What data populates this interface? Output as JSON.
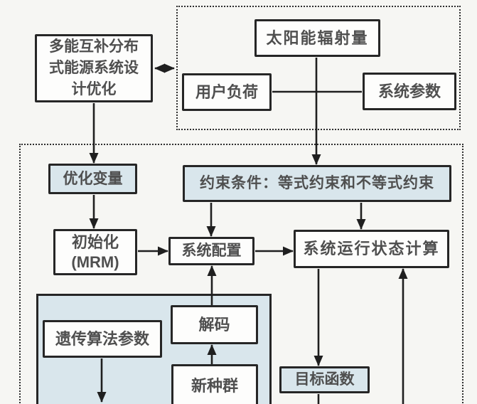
{
  "diagram": {
    "description_nodes": {
      "design_optimization": {
        "label": "多能互补分布\n式能源系统设\n计优化"
      },
      "solar_radiation": {
        "label": "太阳能辐射量"
      },
      "user_load": {
        "label": "用户负荷"
      },
      "system_parameters": {
        "label": "系统参数"
      },
      "optimization_variables": {
        "label": "优化变量"
      },
      "constraints": {
        "label": "约束条件：等式约束和不等式约束"
      },
      "initialization": {
        "label": "初始化\n(MRM)"
      },
      "system_configuration": {
        "label": "系统配置"
      },
      "system_operation_state_calc": {
        "label": "系统运行状态计算"
      },
      "genetic_algorithm_parameters": {
        "label": "遗传算法参数"
      },
      "decode": {
        "label": "解码"
      },
      "new_population": {
        "label": "新种群"
      },
      "objective_function": {
        "label": "目标函数"
      }
    },
    "colors": {
      "background": "#f6f6f3",
      "node_fill_white": "#fdfdfc",
      "node_fill_highlight": "#d9e6ec",
      "node_border": "#262626",
      "arrow_line": "#1f1f1f",
      "dashed_frame": "#2e2e2e",
      "text": "#4f4f4f"
    }
  }
}
